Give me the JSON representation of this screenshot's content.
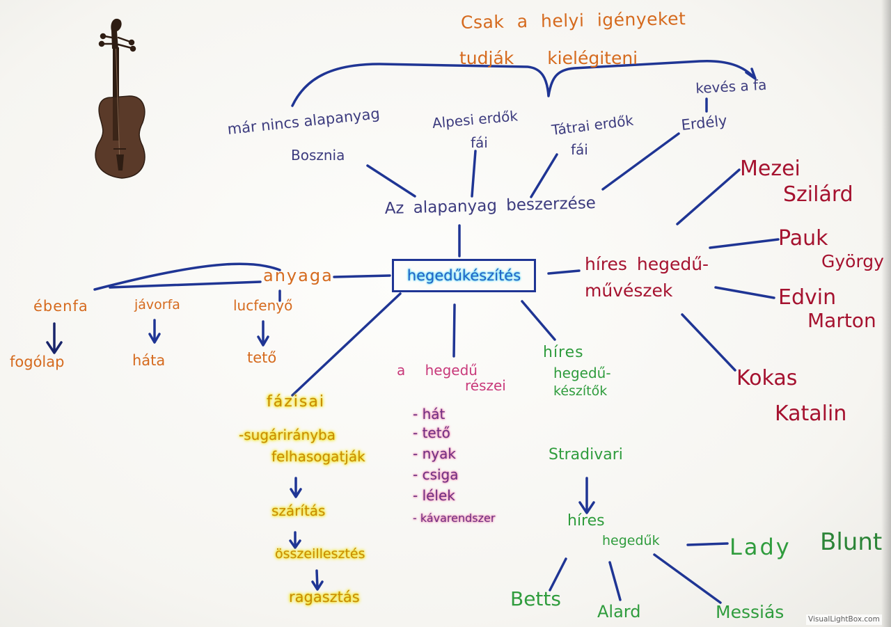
{
  "title_note": {
    "line1": "Csak a helyi igényeket",
    "line2": "tudják kielégiteni"
  },
  "sourcing": {
    "title": "Az alapanyag beszerzése",
    "bosznia": {
      "note": "már nincs alapanyag",
      "name": "Bosznia"
    },
    "alpesi": {
      "line1": "Alpesi erdők",
      "line2": "fái"
    },
    "tatrai": {
      "line1": "Tátrai erdők",
      "line2": "fái"
    },
    "erdely": {
      "note": "kevés a fa",
      "name": "Erdély"
    }
  },
  "center": {
    "label": "hegedűkészítés"
  },
  "material": {
    "title": "anyaga",
    "woods": [
      {
        "wood": "ébenfa",
        "part": "fogólap"
      },
      {
        "wood": "jávorfa",
        "part": "háta"
      },
      {
        "wood": "lucfenyő",
        "part": "tető"
      }
    ]
  },
  "violinists": {
    "line1": "híres hegedű-",
    "line2": "művészek",
    "people": [
      {
        "first": "Mezei",
        "second": "Szilárd"
      },
      {
        "first": "Pauk",
        "second": "György"
      },
      {
        "first": "Edvin",
        "second": "Marton"
      },
      {
        "first": "Kokas",
        "second": "Katalin"
      }
    ]
  },
  "parts": {
    "line1": "a hegedű",
    "line2": "részei",
    "items": [
      "- hát",
      "- tető",
      "- nyak",
      "- csiga",
      "- lélek",
      "- kávarendszer"
    ]
  },
  "phases": {
    "title": "fázisai",
    "steps": [
      "-sugárirányba",
      "felhasogatják",
      "szárítás",
      "összeillesztés",
      "ragasztás"
    ]
  },
  "makers": {
    "line1": "híres",
    "line2": "hegedű-",
    "line3": "készítők",
    "maker": "Stradivari",
    "violins_title": {
      "line1": "híres",
      "line2": "hegedűk"
    },
    "violins": [
      {
        "words": [
          "Lady",
          "Blunt"
        ]
      },
      {
        "words": [
          "Betts"
        ]
      },
      {
        "words": [
          "Alard"
        ]
      },
      {
        "words": [
          "Messiás"
        ]
      }
    ]
  },
  "watermark": "VisualLightBox.com",
  "colors": {
    "connector": "#1f3594",
    "arrow": "#18246a",
    "orange": "#d56a1e",
    "purple": "#3c3b7e",
    "red": "#a5122f",
    "pink": "#c8397a",
    "items_ink": "#6e3183",
    "highlight_pink": "#f27aaa",
    "gold": "#c88a05",
    "highlight_yellow": "#f1e41c",
    "green": "#2f9c3d",
    "green_dark": "#2b8437",
    "center_ink": "#2461c4",
    "center_glow": "#3fd3f5",
    "violin": "#5a3a29",
    "violin_dark": "#2e1d13",
    "paper": "#f8f7f4",
    "watermark": "#5d5d5d"
  }
}
